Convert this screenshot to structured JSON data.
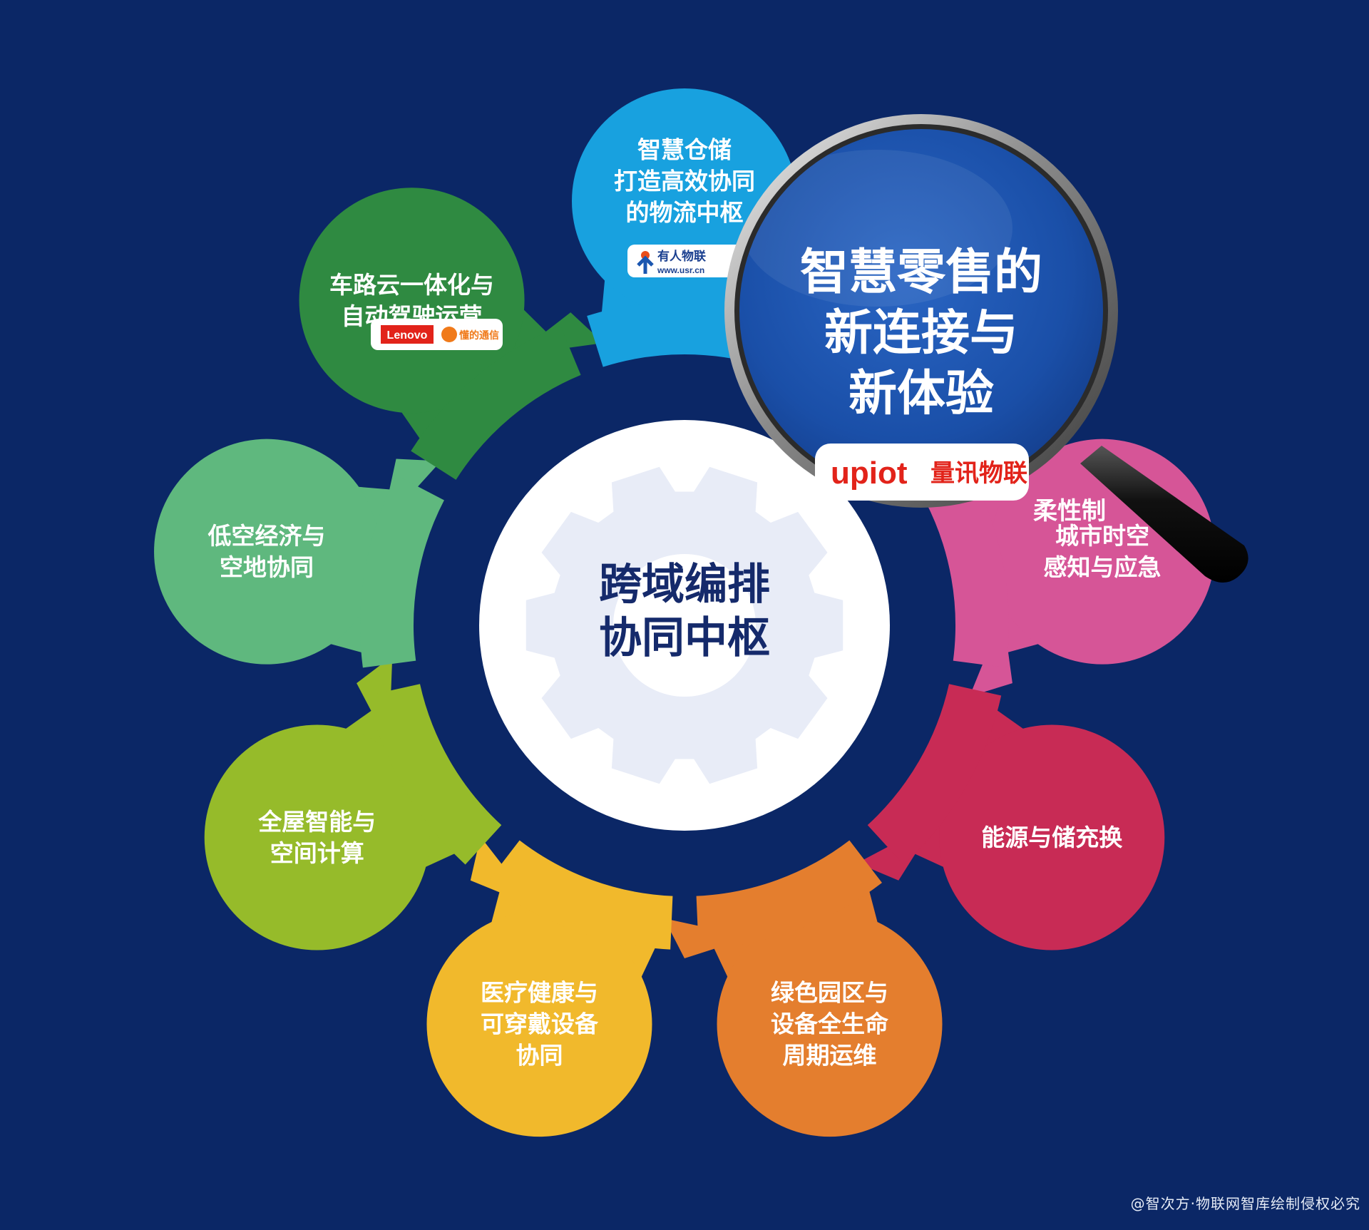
{
  "center": {
    "line1": "跨域编排",
    "line2": "协同中枢"
  },
  "petals": [
    {
      "id": "warehouse",
      "lines": [
        "智慧仓储",
        "打造高效协同",
        "的物流中枢"
      ],
      "color": "#18a1df",
      "logo": "有人物联"
    },
    {
      "id": "retail",
      "lines": [
        "智慧零售的",
        "新连接与",
        "新体验"
      ],
      "color": "#2f5cb6",
      "visible_fragment": "柔性制"
    },
    {
      "id": "city",
      "lines": [
        "城市时空",
        "感知与应急"
      ],
      "color": "#d65597"
    },
    {
      "id": "energy",
      "lines": [
        "能源与储充换"
      ],
      "color": "#c82b55"
    },
    {
      "id": "park",
      "lines": [
        "绿色园区与",
        "设备全生命",
        "周期运维"
      ],
      "color": "#e47e2e"
    },
    {
      "id": "medical",
      "lines": [
        "医疗健康与",
        "可穿戴设备",
        "协同"
      ],
      "color": "#f1b92c"
    },
    {
      "id": "home",
      "lines": [
        "全屋智能与",
        "空间计算"
      ],
      "color": "#96bb2a"
    },
    {
      "id": "lowalt",
      "lines": [
        "低空经济与",
        "空地协同"
      ],
      "color": "#5fb87e"
    },
    {
      "id": "vehicle",
      "lines": [
        "车路云一体化与",
        "自动驾驶运营"
      ],
      "color": "#2f8a41"
    }
  ],
  "logos": {
    "usr": {
      "name": "有人物联",
      "url": "www.usr.cn"
    },
    "lenovo": "Lenovo",
    "dongdi": "懂的通信",
    "upiot": {
      "brand": "upiot",
      "name": "量讯物联"
    }
  },
  "magnifier": {
    "lines": [
      "智慧零售的",
      "新连接与",
      "新体验"
    ]
  },
  "credit": "@智次方·物联网智库绘制侵权必究",
  "colors": {
    "background": "#0b2766",
    "center_disc": "#ffffff",
    "gear": "#e8ecf7"
  }
}
